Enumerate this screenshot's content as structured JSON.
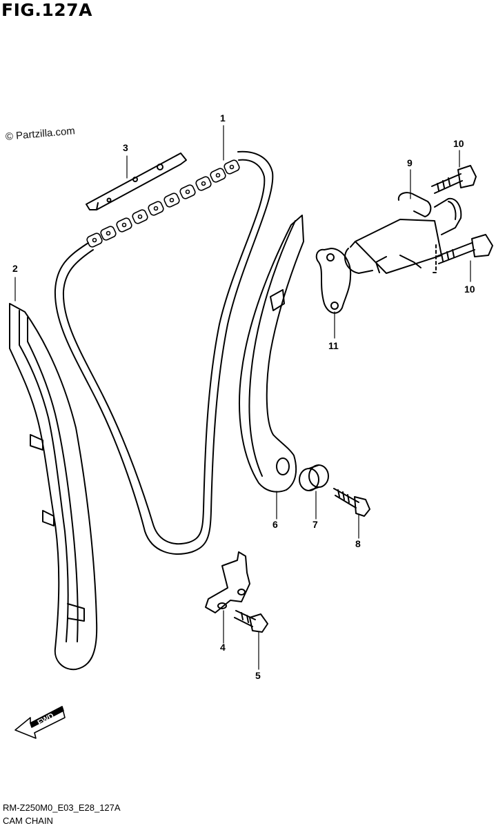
{
  "figure": {
    "title": "FIG.127A",
    "watermark": "© Partzilla.com",
    "drawing_code": "RM-Z250M0_E03_E28_127A",
    "section_name": "CAM CHAIN",
    "fwd_label": "FWD"
  },
  "callouts": [
    {
      "id": "c1",
      "label": "1"
    },
    {
      "id": "c2",
      "label": "2"
    },
    {
      "id": "c3",
      "label": "3"
    },
    {
      "id": "c4",
      "label": "4"
    },
    {
      "id": "c5",
      "label": "5"
    },
    {
      "id": "c6",
      "label": "6"
    },
    {
      "id": "c7",
      "label": "7"
    },
    {
      "id": "c8",
      "label": "8"
    },
    {
      "id": "c9",
      "label": "9"
    },
    {
      "id": "c10a",
      "label": "10"
    },
    {
      "id": "c10b",
      "label": "10"
    },
    {
      "id": "c11",
      "label": "11"
    }
  ]
}
